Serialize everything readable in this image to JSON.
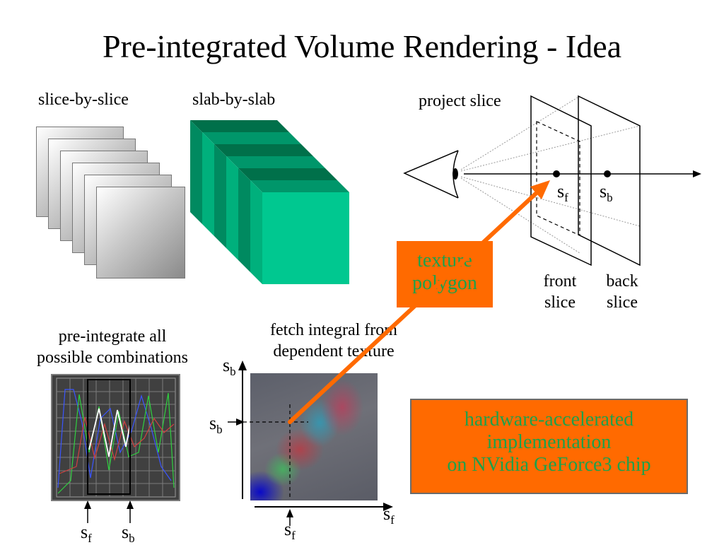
{
  "title": "Pre-integrated Volume Rendering - Idea",
  "slice_by_slice": {
    "label": "slice-by-slice"
  },
  "slab_by_slab": {
    "label": "slab-by-slab"
  },
  "projection": {
    "label": "project slice",
    "sf_base": "s",
    "sf_sub": "f",
    "sb_base": "s",
    "sb_sub": "b",
    "front_line1": "front",
    "front_line2": "slice",
    "back_line1": "back",
    "back_line2": "slice"
  },
  "texture_polygon": {
    "line1": "texture",
    "line2": "polygon"
  },
  "preintegrate": {
    "line1": "pre-integrate all",
    "line2": "possible combinations",
    "sf_base": "s",
    "sf_sub": "f",
    "sb_base": "s",
    "sb_sub": "b"
  },
  "fetch": {
    "line1": "fetch integral from",
    "line2": "dependent texture",
    "axis_y_base": "s",
    "axis_y_sub": "b",
    "marker_y_base": "s",
    "marker_y_sub": "b",
    "axis_x_base": "s",
    "axis_x_sub": "f",
    "marker_x_base": "s",
    "marker_x_sub": "f"
  },
  "hardware": {
    "line1": "hardware-accelerated",
    "line2": "implementation",
    "line3": "on NVidia GeForce3 chip"
  },
  "colors": {
    "arrow_orange": "#ff6a00",
    "box_text_green": "#1fa04a",
    "slab_teal": "#00c890",
    "plot_bg": "#404040"
  }
}
